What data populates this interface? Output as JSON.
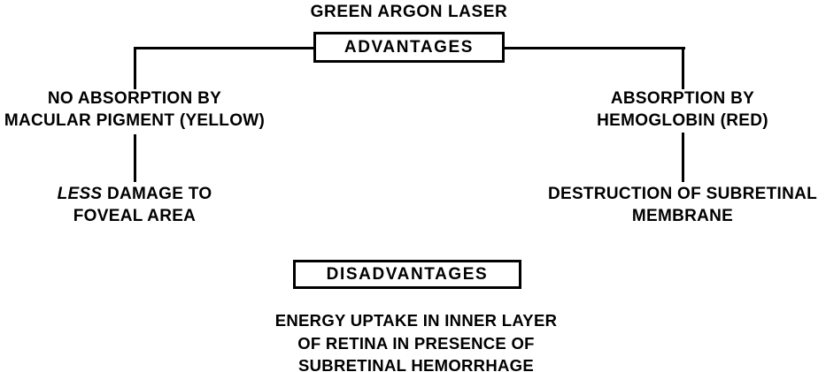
{
  "diagram": {
    "title": "GREEN ARGON LASER",
    "nodes": {
      "advantages_label": "ADVANTAGES",
      "disadvantages_label": "DISADVANTAGES"
    },
    "advantages": {
      "left_branch": {
        "line1": "NO ABSORPTION BY",
        "line2": "MACULAR PIGMENT (YELLOW)",
        "outcome_emphasis": "LESS",
        "outcome_line1_rest": " DAMAGE TO",
        "outcome_line2": "FOVEAL AREA"
      },
      "right_branch": {
        "line1": "ABSORPTION BY",
        "line2": "HEMOGLOBIN (RED)",
        "outcome_line1": "DESTRUCTION OF SUBRETINAL",
        "outcome_line2": "MEMBRANE"
      }
    },
    "disadvantages": {
      "line1": "ENERGY UPTAKE IN INNER LAYER",
      "line2": "OF RETINA IN PRESENCE OF",
      "line3": "SUBRETINAL HEMORRHAGE"
    },
    "colors": {
      "ink": "#000000",
      "background": "#ffffff"
    }
  }
}
